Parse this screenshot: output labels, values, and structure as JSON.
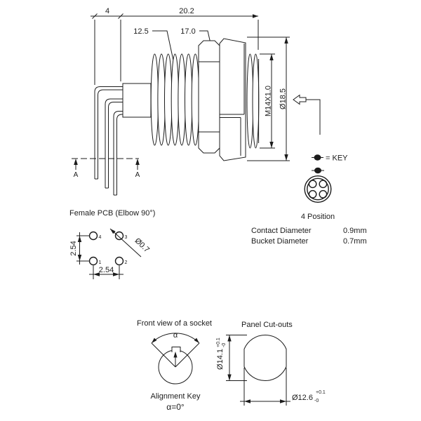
{
  "drawing": {
    "colors": {
      "line": "#1c1c1c",
      "background": "#ffffff"
    },
    "main_view": {
      "dim_rear_length": "4",
      "dim_total_length": "20.2",
      "dim_thread_length": "12.5",
      "dim_shell_length": "17.0",
      "dim_thread_spec": "M14X1.0",
      "dim_body_diameter": "Ø18.5",
      "section_label_left": "A",
      "section_label_right": "A"
    },
    "key_legend": {
      "label": "= KEY"
    },
    "face_view": {
      "position_title": "4 Position",
      "rows": [
        {
          "label": "Contact Diameter",
          "value": "0.9mm"
        },
        {
          "label": "Bucket Diameter",
          "value": "0.7mm"
        }
      ]
    },
    "pcb_view": {
      "title": "Female PCB (Elbow 90°)",
      "pitch_vertical": "2.54",
      "pitch_horizontal": "2.54",
      "hole_diameter": "Ø0.7",
      "pin_numbers": [
        "1",
        "2",
        "3",
        "4"
      ]
    },
    "socket_view": {
      "title": "Front view of a socket",
      "angle_symbol": "α",
      "caption_line1": "Alignment Key",
      "caption_line2": "α=0°"
    },
    "panel_view": {
      "title": "Panel Cut-outs",
      "dia_vertical": "Ø14.1",
      "dia_vertical_tol_plus": "+0.1",
      "dia_vertical_tol_minus": "-0",
      "dia_horizontal": "Ø12.6",
      "dia_horizontal_tol_plus": "+0.1",
      "dia_horizontal_tol_minus": "-0"
    }
  }
}
